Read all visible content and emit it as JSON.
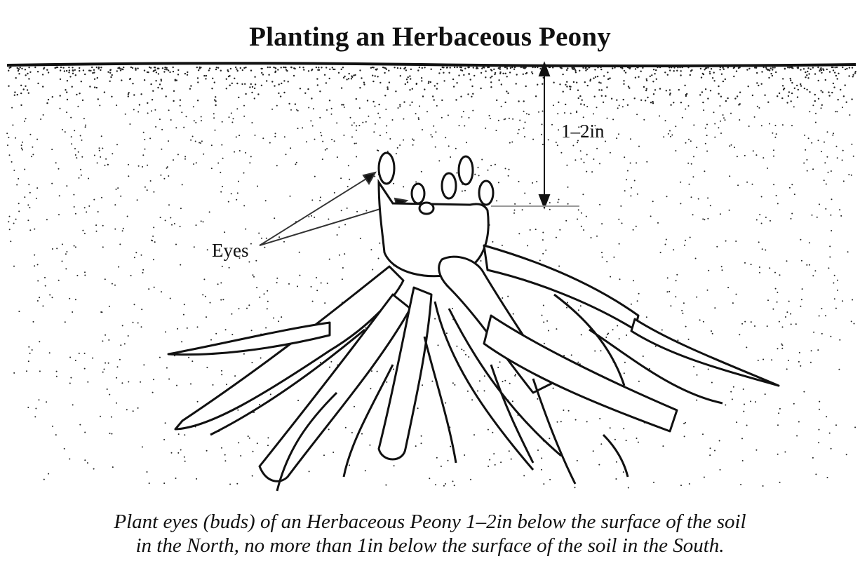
{
  "title": "Planting an Herbaceous Peony",
  "labels": {
    "depth": "1–2in",
    "eyes": "Eyes"
  },
  "caption": {
    "line1": "Plant eyes (buds) of an Herbaceous Peony 1–2in below the surface of the soil",
    "line2": "in the North, no more than 1in below the surface of the soil in the South."
  },
  "colors": {
    "ink": "#111111",
    "soil_dots": "#222222",
    "background": "#ffffff"
  }
}
